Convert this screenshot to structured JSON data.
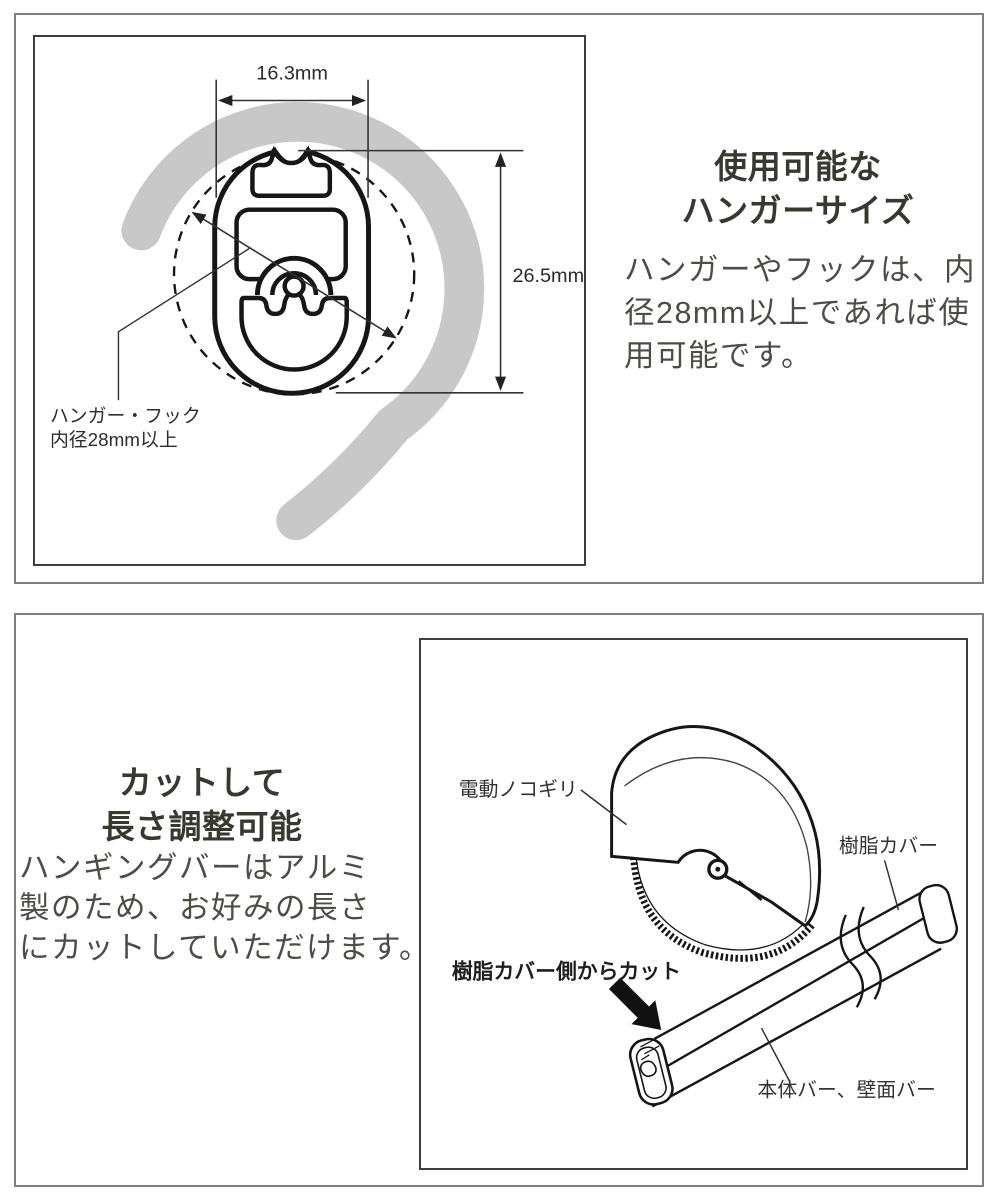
{
  "panel1": {
    "heading_lines": [
      "使用可能な",
      "ハンガーサイズ"
    ],
    "body_lines": [
      "ハンガーやフックは、内",
      "径28mm以上であれば使",
      "用可能です。"
    ],
    "diagram": {
      "width_dim": "16.3mm",
      "height_dim": "26.5mm",
      "note_line1": "ハンガー・フック",
      "note_line2": "内径28mm以上"
    }
  },
  "panel2": {
    "heading_lines": [
      "カットして",
      "長さ調整可能"
    ],
    "body_lines": [
      "ハンギングバーはアルミ",
      "製のため、お好みの長さ",
      "にカットしていただけます。"
    ],
    "diagram": {
      "saw_label": "電動ノコギリ",
      "cover_label": "樹脂カバー",
      "cut_side_label": "樹脂カバー側からカット",
      "bar_label": "本体バー、壁面バー"
    }
  },
  "colors": {
    "panel_border": "#7e7e7e",
    "box_border": "#3d3d3d",
    "line": "#161616",
    "hook_gray": "#c8c8c8",
    "heading_text": "#383830",
    "body_text": "#4d4d46"
  }
}
